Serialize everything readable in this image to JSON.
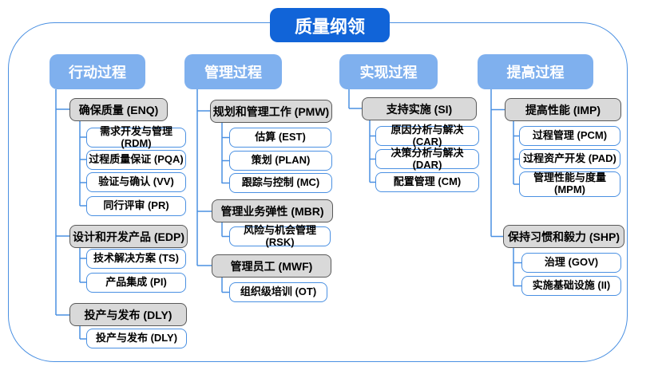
{
  "title": "质量纲领",
  "colors": {
    "title_bg": "#1164d8",
    "header_bg": "#7fb0ee",
    "connector": "#4a90e2",
    "group_bg": "#d9d9d9",
    "group_border": "#595959"
  },
  "columns": [
    {
      "header": "行动过程",
      "groups": [
        {
          "label": "确保质量 (ENQ)",
          "children": [
            "需求开发与管理 (RDM)",
            "过程质量保证 (PQA)",
            "验证与确认 (VV)",
            "同行评审 (PR)"
          ]
        },
        {
          "label": "设计和开发产品 (EDP)",
          "children": [
            "技术解决方案 (TS)",
            "产品集成 (PI)"
          ]
        },
        {
          "label": "投产与发布 (DLY)",
          "children": [
            "投产与发布 (DLY)"
          ]
        }
      ]
    },
    {
      "header": "管理过程",
      "groups": [
        {
          "label": "规划和管理工作 (PMW)",
          "children": [
            "估算 (EST)",
            "策划 (PLAN)",
            "跟踪与控制 (MC)"
          ]
        },
        {
          "label": "管理业务弹性 (MBR)",
          "children": [
            "风险与机会管理 (RSK)"
          ]
        },
        {
          "label": "管理员工 (MWF)",
          "children": [
            "组织级培训 (OT)"
          ]
        }
      ]
    },
    {
      "header": "实现过程",
      "groups": [
        {
          "label": "支持实施 (SI)",
          "children": [
            "原因分析与解决 (CAR)",
            "决策分析与解决 (DAR)",
            "配置管理 (CM)"
          ]
        }
      ]
    },
    {
      "header": "提高过程",
      "groups": [
        {
          "label": "提高性能 (IMP)",
          "children": [
            "过程管理 (PCM)",
            "过程资产开发 (PAD)",
            "管理性能与度量 (MPM)"
          ]
        },
        {
          "label": "保持习惯和毅力 (SHP)",
          "children": [
            "治理 (GOV)",
            "实施基础设施 (II)"
          ]
        }
      ]
    }
  ]
}
